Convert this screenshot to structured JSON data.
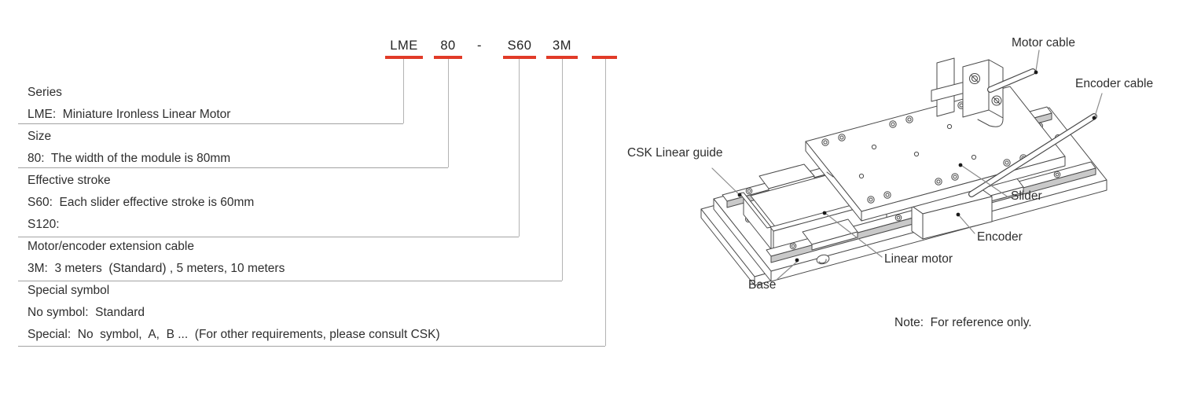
{
  "colors": {
    "accent_red": "#e13b28",
    "separator_gray": "#a3a3a3",
    "connector_gray": "#b3b3b3",
    "drawing_stroke": "#4a4a4a",
    "text": "#2e2e2e"
  },
  "model_code": {
    "series": "LME",
    "size": "80",
    "dash": "-",
    "stroke": "S60",
    "cable": "3M",
    "special": ""
  },
  "nomenclature": {
    "rows": [
      {
        "text": "Series"
      },
      {
        "text": "LME:  Miniature Ironless Linear Motor"
      },
      {
        "text": "Size"
      },
      {
        "text": "80:  The width of the module is 80mm"
      },
      {
        "text": "Effective stroke"
      },
      {
        "text": "S60:  Each slider effective stroke is 60mm"
      },
      {
        "text": "S120:"
      },
      {
        "text": "Motor/encoder extension cable"
      },
      {
        "text": "3M:  3 meters  (Standard) , 5 meters, 10 meters"
      },
      {
        "text": "Special symbol"
      },
      {
        "text": "No symbol:  Standard"
      },
      {
        "text": "Special:  No  symbol,  A,  B ...  (For other requirements, please consult CSK)"
      }
    ]
  },
  "diagram": {
    "labels": {
      "motor_cable": "Motor cable",
      "encoder_cable": "Encoder cable",
      "csk_linear_guide": "CSK Linear guide",
      "slider": "Slider",
      "encoder": "Encoder",
      "linear_motor": "Linear motor",
      "base": "Base"
    },
    "note": "Note:  For reference only."
  }
}
